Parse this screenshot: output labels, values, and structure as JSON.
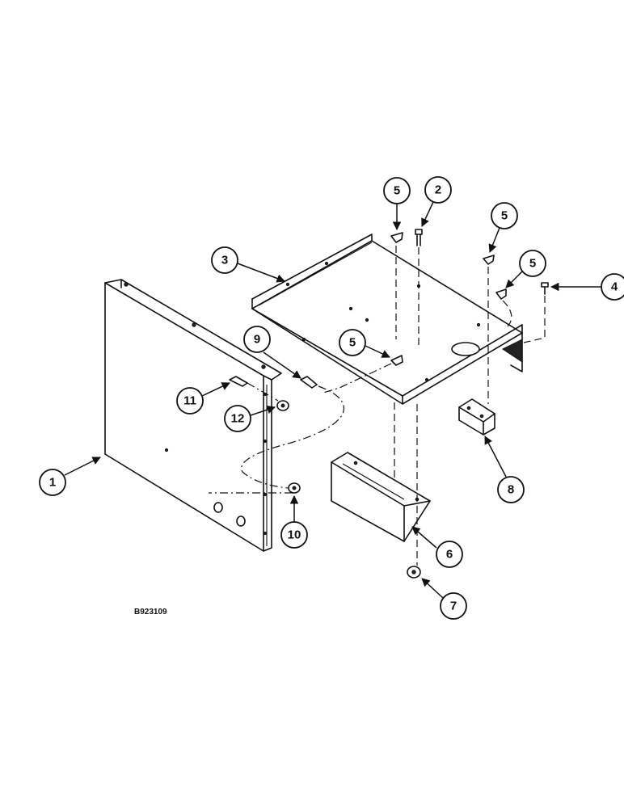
{
  "figure": {
    "id_label": "B923109"
  },
  "callouts": [
    {
      "key": "c1",
      "label": "1"
    },
    {
      "key": "c2",
      "label": "2"
    },
    {
      "key": "c3",
      "label": "3"
    },
    {
      "key": "c4",
      "label": "4"
    },
    {
      "key": "c5a",
      "label": "5"
    },
    {
      "key": "c5b",
      "label": "5"
    },
    {
      "key": "c5c",
      "label": "5"
    },
    {
      "key": "c5d",
      "label": "5"
    },
    {
      "key": "c6",
      "label": "6"
    },
    {
      "key": "c7",
      "label": "7"
    },
    {
      "key": "c8",
      "label": "8"
    },
    {
      "key": "c9",
      "label": "9"
    },
    {
      "key": "c10",
      "label": "10"
    },
    {
      "key": "c11",
      "label": "11"
    },
    {
      "key": "c12",
      "label": "12"
    }
  ]
}
